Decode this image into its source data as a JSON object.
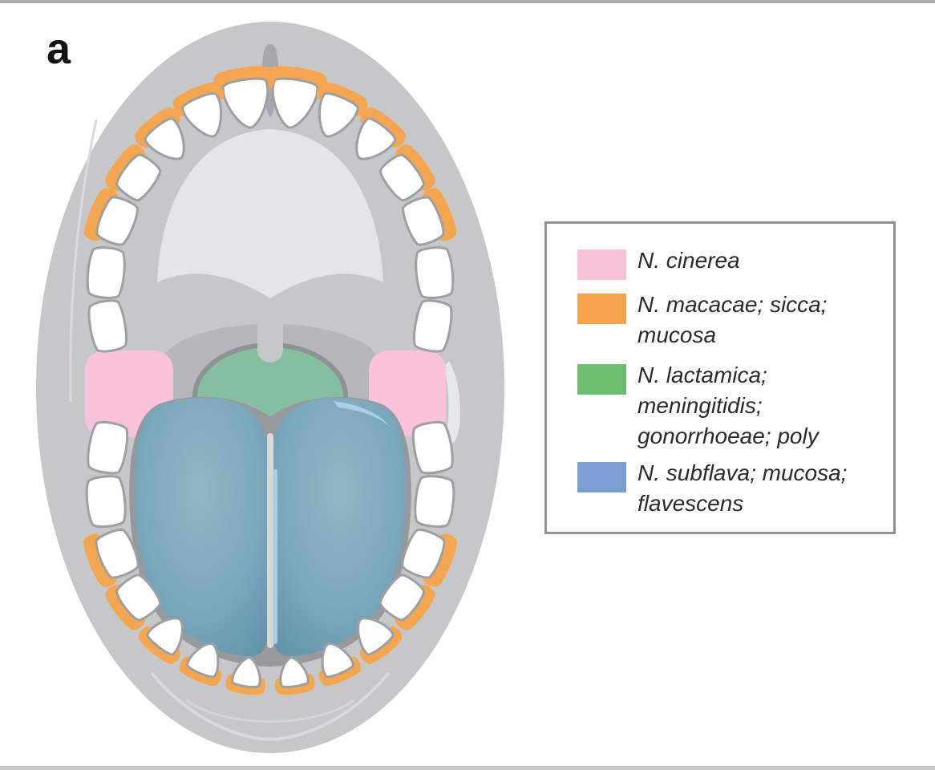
{
  "figure": {
    "panel_label": "a",
    "background_color": "#FFFFFF",
    "frame_top_color": "#A9ABAD",
    "frame_bottom_color": "#C8C9CB"
  },
  "legend": {
    "border_color": "#8F9194",
    "items": [
      {
        "key": "cinerea",
        "color": "#F7C3DB",
        "lines": [
          "N. cinerea"
        ]
      },
      {
        "key": "macacae",
        "color": "#F6A14C",
        "lines": [
          "N. macacae; sicca;",
          "mucosa"
        ]
      },
      {
        "key": "lactamica",
        "color": "#6CBE6F",
        "lines": [
          "N. lactamica;",
          "meningitidis;",
          "gonorrhoeae; poly"
        ]
      },
      {
        "key": "subflava",
        "color": "#7B9ED2",
        "lines": [
          "N. subflava; mucosa;",
          "flavescens"
        ]
      }
    ]
  },
  "regions": {
    "lips": {
      "color": "#C6C7C9"
    },
    "palate": {
      "color": "#E4E5E7"
    },
    "fauces": {
      "color": "#B5B7BA"
    },
    "buccal": {
      "color": "#F8C3DB"
    },
    "gingiva": {
      "color": "#F5A651"
    },
    "pharynx": {
      "color": "#85BEA1"
    },
    "tongue": {
      "color": "#7CA8BC"
    },
    "teeth": {
      "fill": "#FFFFFF",
      "outline": "#9DA0A3"
    }
  }
}
